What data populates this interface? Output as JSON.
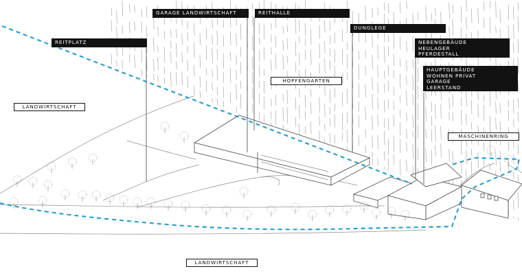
{
  "labels": {
    "garage_landwirtschaft": "GARAGE LANDWIRTSCHAFT",
    "reithalle": "REITHALLE",
    "dunglege": "DUNGLEGE",
    "reitplatz": "REITPLATZ",
    "nebengebaeude": [
      "NEBENGEBÄUDE",
      "HEULAGER",
      "PFERDESTALL"
    ],
    "hauptgebaeude": [
      "HAUPTGEBÄUDE",
      "WOHNEN PRIVAT",
      "GARAGE",
      "LEERSTAND"
    ],
    "hopfengarten": "HOPFENGARTEN",
    "landwirtschaft_left": "LANDWIRTSCHAFT",
    "maschinenring": "MASCHINENRING",
    "landwirtschaft_bottom": "LANDWIRTSCHAFT"
  },
  "colors": {
    "boundary": "#2a9fd6",
    "line": "#555555",
    "label_bg": "#121212",
    "label_text": "#ffffff"
  }
}
